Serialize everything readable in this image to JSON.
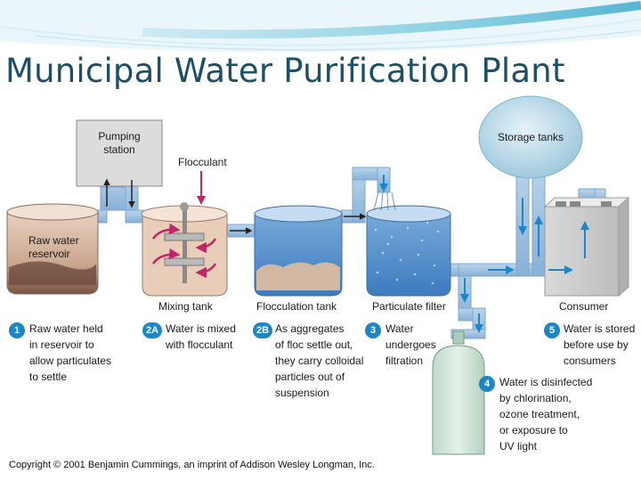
{
  "title": "Municipal Water Purification Plant",
  "colors": {
    "water_blue": "#4e8ccb",
    "pipe_blue": "#9dc0de",
    "arrow_blue": "#1f86c6",
    "flocculant_arrow": "#c2246a",
    "tank_tan": "#e8cdb8",
    "title_color": "#1d4f66"
  },
  "components": {
    "pumping_station": "Pumping\nstation",
    "flocculant": "Flocculant",
    "storage_tanks": "Storage tanks",
    "raw_water_reservoir": "Raw water\nreservoir",
    "mixing_tank": "Mixing tank",
    "flocculation_tank": "Flocculation tank",
    "particulate_filter": "Particulate filter",
    "consumer": "Consumer"
  },
  "steps": [
    {
      "id": "1",
      "text": "Raw water held\nin reservoir to\nallow particulates\nto settle"
    },
    {
      "id": "2A",
      "text": "Water is mixed\nwith flocculant"
    },
    {
      "id": "2B",
      "text": "As aggregates\nof floc settle out,\nthey carry colloidal\nparticles out of\nsuspension"
    },
    {
      "id": "3",
      "text": "Water\nundergoes\nfiltration"
    },
    {
      "id": "5",
      "text": "Water is stored\nbefore use by\nconsumers"
    },
    {
      "id": "4",
      "text": "Water is disinfected\nby chlorination,\nozone treatment,\nor exposure to\nUV light"
    }
  ],
  "copyright": "Copyright © 2001 Benjamin Cummings, an imprint of Addison Wesley Longman, Inc."
}
